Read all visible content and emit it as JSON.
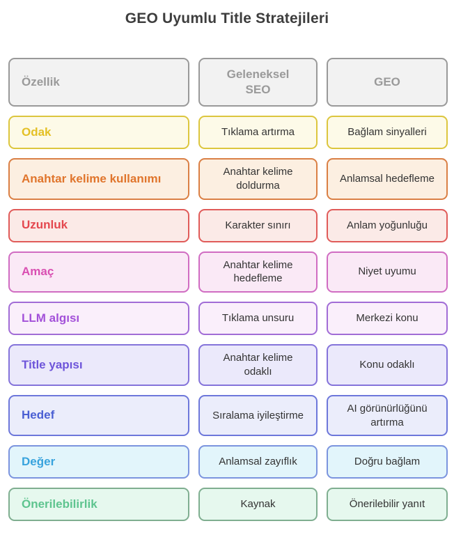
{
  "title": "GEO Uyumlu Title Stratejileri",
  "table": {
    "header": {
      "feature": "Özellik",
      "traditional": "Geleneksel\nSEO",
      "geo": "GEO",
      "colors": {
        "border": "#999999",
        "text": "#9a9a9a",
        "bg": "#f2f2f2"
      }
    },
    "rows": [
      {
        "feature": "Odak",
        "traditional": "Tıklama artırma",
        "geo": "Bağlam sinyalleri",
        "colors": {
          "border": "#dcc63e",
          "text": "#e4c025",
          "bg": "#fdfae8"
        }
      },
      {
        "feature": "Anahtar kelime kullanımı",
        "traditional": "Anahtar kelime doldurma",
        "geo": "Anlamsal hedefleme",
        "colors": {
          "border": "#da7f44",
          "text": "#e0752c",
          "bg": "#fcefe1"
        }
      },
      {
        "feature": "Uzunluk",
        "traditional": "Karakter sınırı",
        "geo": "Anlam yoğunluğu",
        "colors": {
          "border": "#e05b59",
          "text": "#e4474e",
          "bg": "#fbeae7"
        }
      },
      {
        "feature": "Amaç",
        "traditional": "Anahtar kelime hedefleme",
        "geo": "Niyet uyumu",
        "colors": {
          "border": "#d06cc2",
          "text": "#d94fb2",
          "bg": "#fae9f6"
        }
      },
      {
        "feature": "LLM algısı",
        "traditional": "Tıklama unsuru",
        "geo": "Merkezi konu",
        "colors": {
          "border": "#a16cd6",
          "text": "#a351d9",
          "bg": "#faeffb"
        }
      },
      {
        "feature": "Title yapısı",
        "traditional": "Anahtar kelime odaklı",
        "geo": "Konu odaklı",
        "colors": {
          "border": "#8473da",
          "text": "#6e55da",
          "bg": "#ebe9fb"
        }
      },
      {
        "feature": "Hedef",
        "traditional": "Sıralama iyileştirme",
        "geo": "AI görünürlüğünü artırma",
        "colors": {
          "border": "#6d77da",
          "text": "#4a5fd3",
          "bg": "#ebedfb"
        }
      },
      {
        "feature": "Değer",
        "traditional": "Anlamsal zayıflık",
        "geo": "Doğru bağlam",
        "colors": {
          "border": "#7b94de",
          "text": "#38a3dd",
          "bg": "#e2f5fb"
        }
      },
      {
        "feature": "Önerilebilirlik",
        "traditional": "Kaynak",
        "geo": "Önerilebilir yanıt",
        "colors": {
          "border": "#7fae90",
          "text": "#5ec48f",
          "bg": "#e6f8ee"
        }
      }
    ]
  }
}
